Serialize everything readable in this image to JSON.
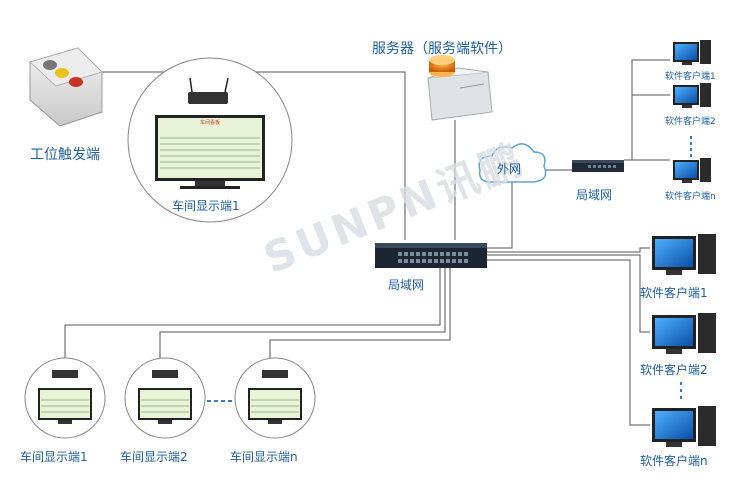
{
  "labels": {
    "trigger": "工位触发端",
    "server": "服务器（服务端软件）",
    "workshop_main": "车间显示端1",
    "cloud": "外网",
    "lan_top": "局域网",
    "lan_center": "局域网",
    "client_sm_1": "软件客户端1",
    "client_sm_2": "软件客户端2",
    "client_sm_n": "软件客户端n",
    "client_lg_1": "软件客户端1",
    "client_lg_2": "软件客户端2",
    "client_lg_n": "软件客户端n",
    "workshop_1": "车间显示端1",
    "workshop_2": "车间显示端2",
    "workshop_n": "车间显示端n"
  },
  "watermark": "SUNPN讯鹏",
  "screen_title": "车间看板",
  "colors": {
    "line": "#555555",
    "label": "#1f5f9e",
    "dots": "#3a79c8",
    "screen_bg": "#e9f3d8",
    "cloud_border": "#5aa3dd"
  }
}
